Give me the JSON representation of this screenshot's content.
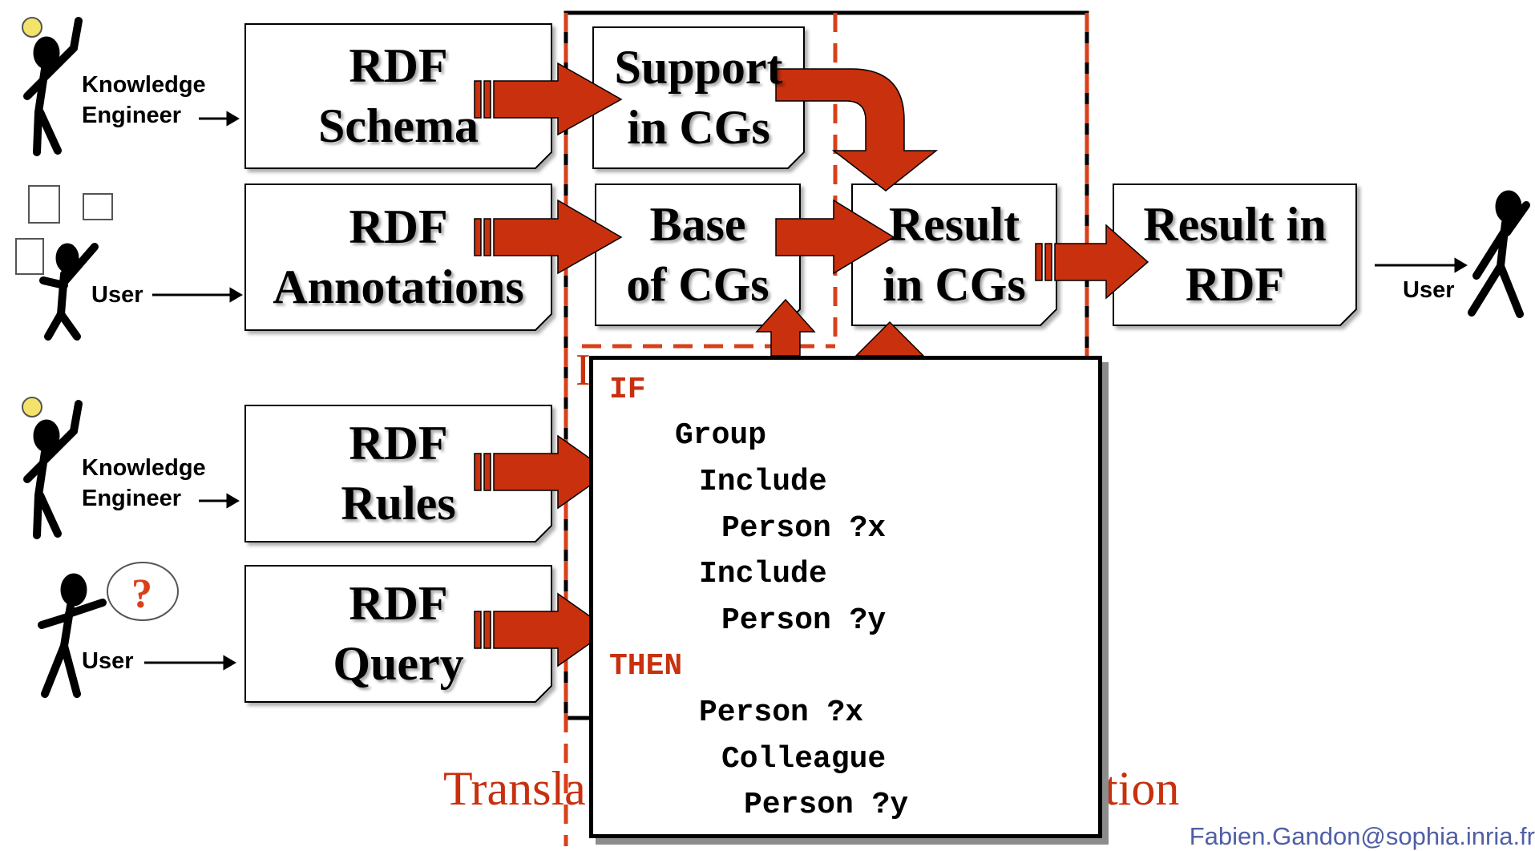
{
  "documents": {
    "rdf_schema": {
      "line1": "RDF",
      "line2": "Schema"
    },
    "rdf_annotations": {
      "line1": "RDF",
      "line2": "Annotations"
    },
    "rdf_rules": {
      "line1": "RDF",
      "line2": "Rules"
    },
    "rdf_query": {
      "line1": "RDF",
      "line2": "Query"
    },
    "support_cgs": {
      "line1": "Support",
      "line2": "in CGs"
    },
    "base_cgs": {
      "line1": "Base",
      "line2": "of CGs"
    },
    "result_cgs": {
      "line1": "Result",
      "line2": "in CGs"
    },
    "result_rdf": {
      "line1": "Result in",
      "line2": "RDF"
    }
  },
  "actors": {
    "knowledge_engineer_1": {
      "line1": "Knowledge",
      "line2": "Engineer"
    },
    "user_1": "User",
    "knowledge_engineer_2": {
      "line1": "Knowledge",
      "line2": "Engineer"
    },
    "user_2": "User",
    "user_result": "User"
  },
  "footer": {
    "translation_left": "Transla",
    "translation_right": "tion",
    "email": "Fabien.Gandon@sophia.inria.fr",
    "partial_letter": "I"
  },
  "rule": {
    "if": "IF",
    "lines": [
      "Group",
      "Include",
      "Person ?x",
      "Include",
      "Person ?y"
    ],
    "then": "THEN",
    "then_lines": [
      "Person ?x",
      "Colleague",
      "Person ?y"
    ]
  },
  "colors": {
    "arrow_fill": "#c8300e",
    "dashed_border": "#d9401a",
    "accent_text": "#c8300e",
    "email_text": "#4f5fa6"
  }
}
